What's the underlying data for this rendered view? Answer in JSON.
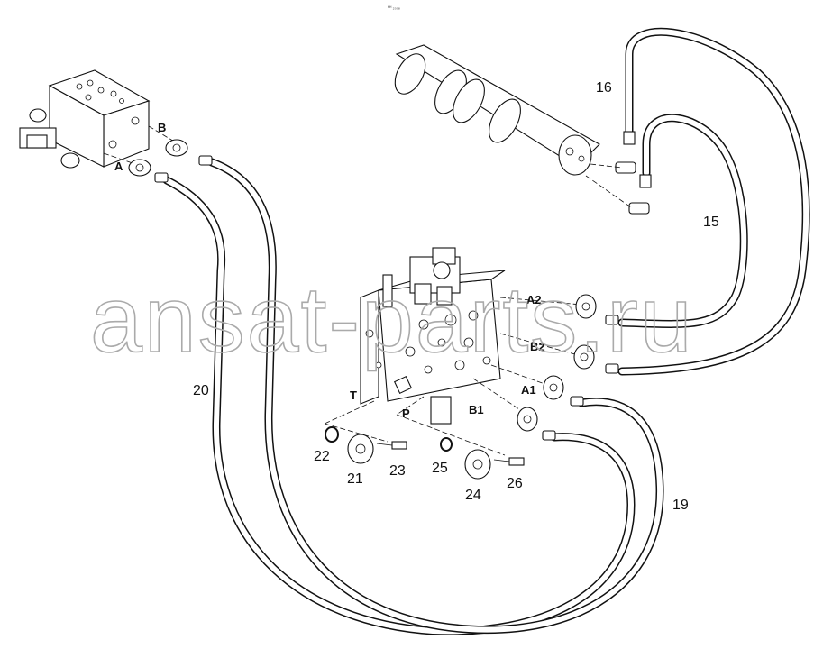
{
  "header": {
    "code": "ᴴᴴ ₂₀₀₈"
  },
  "watermark": "ansat-parts.ru",
  "ports": {
    "A": "A",
    "B": "B",
    "A1": "A1",
    "B1": "B1",
    "A2": "A2",
    "B2": "B2",
    "P": "P",
    "T": "T"
  },
  "callouts": {
    "c15": "15",
    "c16": "16",
    "c19": "19",
    "c20": "20",
    "c21": "21",
    "c22": "22",
    "c23": "23",
    "c24": "24",
    "c25": "25",
    "c26": "26"
  }
}
